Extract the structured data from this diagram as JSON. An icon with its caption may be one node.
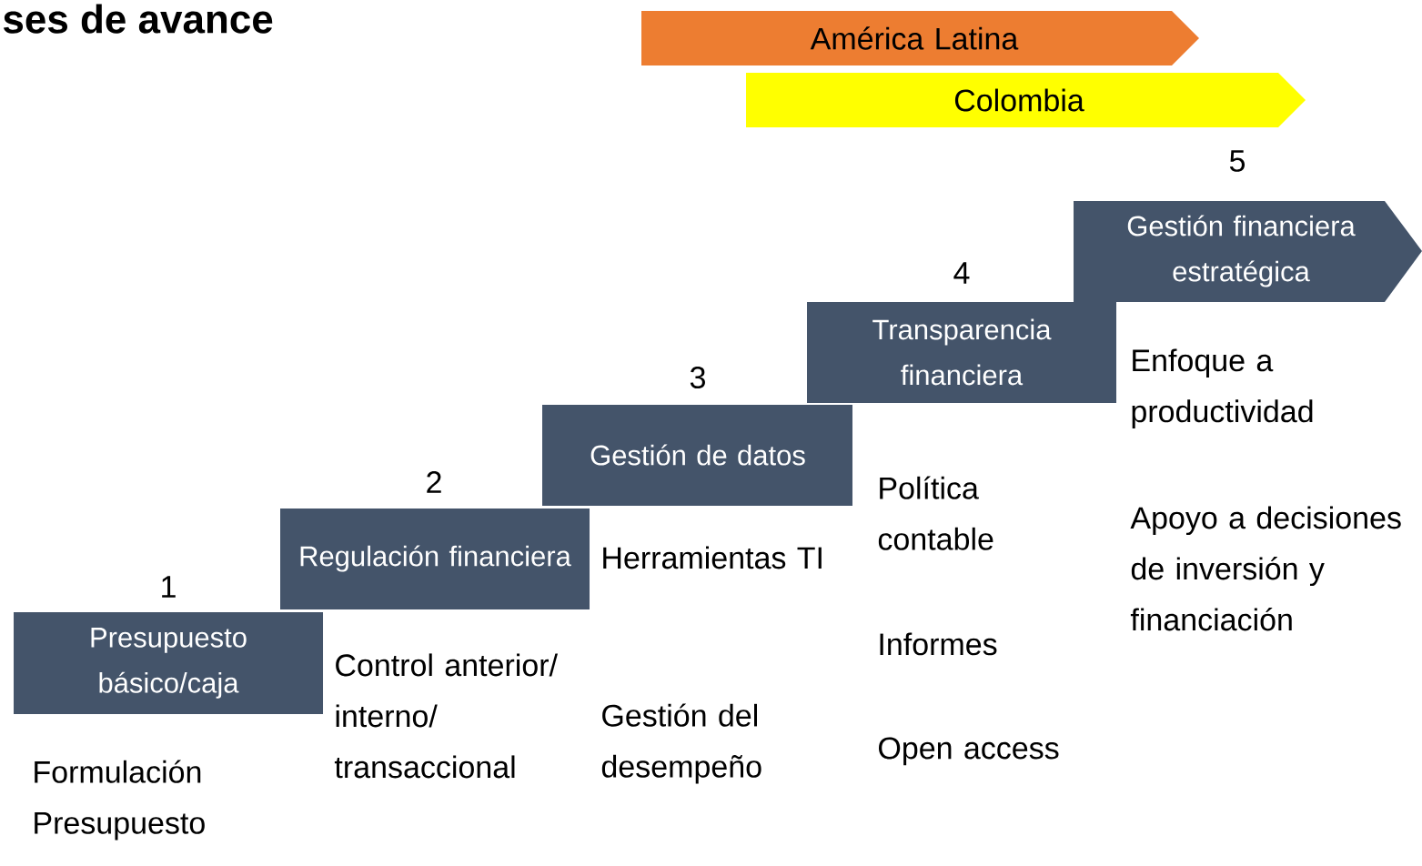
{
  "diagram": {
    "title": "ses de avance",
    "nodes": [
      {
        "text": [
          "América Latina"
        ]
      },
      {
        "text": [
          "Colombia"
        ]
      },
      {
        "text": [
          "Presupuesto básico/caja"
        ],
        "beside": [
          "1"
        ]
      },
      {
        "text": [
          "Regulación financiera"
        ],
        "beside": [
          "2"
        ]
      },
      {
        "text": [
          "Gestión de datos"
        ],
        "beside": [
          "3"
        ]
      },
      {
        "text": [
          "Transparencia financiera"
        ],
        "beside": [
          "4"
        ]
      },
      {
        "text": [
          "Gestión financiera estratégica"
        ],
        "beside": [
          "5"
        ]
      }
    ],
    "labels": [
      "Formulación Presupuesto",
      "Control anterior/ interno/ transaccional",
      "Herramientas TI",
      "Gestión del desempeño",
      "Política contable",
      "Informes",
      "Open access",
      "Enfoque a productividad",
      "Apoyo a decisiones de inversión y financiación"
    ]
  }
}
